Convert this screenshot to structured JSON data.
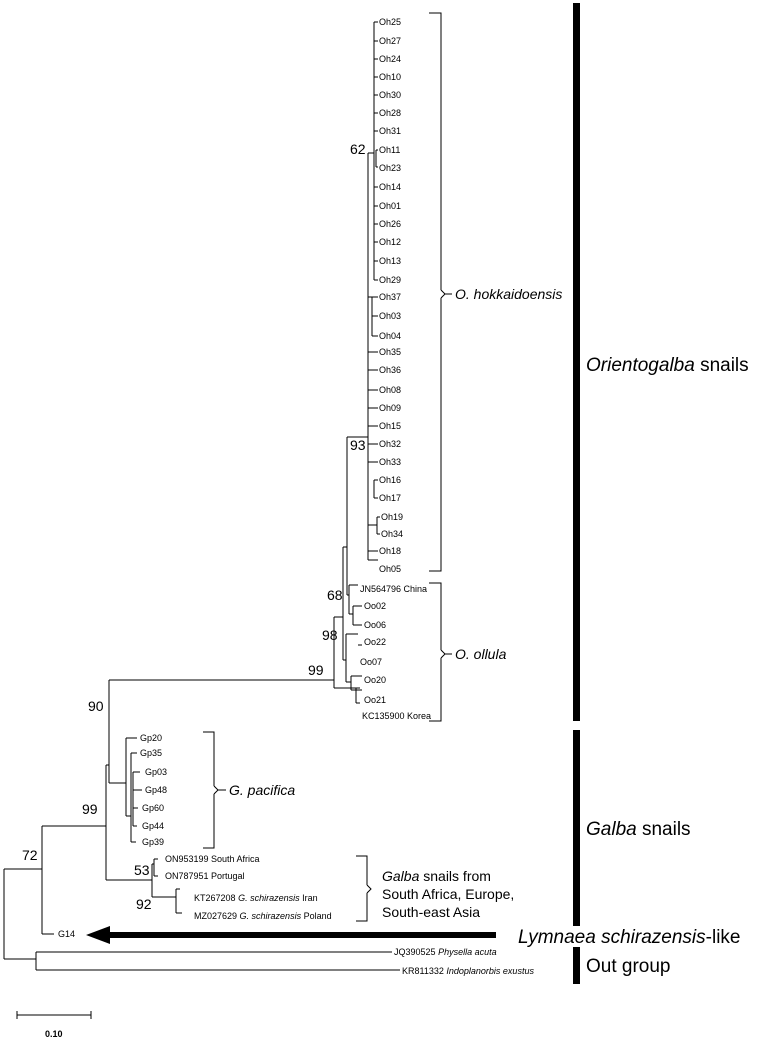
{
  "tree": {
    "oh_tips": [
      "Oh25",
      "Oh27",
      "Oh24",
      "Oh10",
      "Oh30",
      "Oh28",
      "Oh31",
      "Oh11",
      "Oh23",
      "Oh14",
      "Oh01",
      "Oh26",
      "Oh12",
      "Oh13",
      "Oh29",
      "Oh37",
      "Oh03",
      "Oh04",
      "Oh35",
      "Oh36",
      "Oh08",
      "Oh09",
      "Oh15",
      "Oh32",
      "Oh33",
      "Oh16",
      "Oh17",
      "Oh19",
      "Oh34",
      "Oh18",
      "Oh05"
    ],
    "oo_tips": [
      "JN564796 China",
      "Oo02",
      "Oo06",
      "Oo22",
      "Oo07",
      "Oo20",
      "Oo21",
      "KC135900 Korea"
    ],
    "gp_tips": [
      "Gp20",
      "Gp35",
      "Gp03",
      "Gp48",
      "Gp60",
      "Gp44",
      "Gp39"
    ],
    "galba_other": {
      "sa": "ON953199 South Africa",
      "pt": "ON787951 Portugal",
      "kt_id": "KT267208",
      "kt_sp": "G. schirazensis",
      "kt_loc": "Iran",
      "mz_id": "MZ027629",
      "mz_sp": "G. schirazensis",
      "mz_loc": "Poland"
    },
    "g14": "G14",
    "out1_id": "JQ390525",
    "out1_sp": "Physella acuta",
    "out2_id": "KR811332",
    "out2_sp": "Indoplanorbis exustus"
  },
  "bootstrap": {
    "b62": "62",
    "b93": "93",
    "b68": "68",
    "b98": "98",
    "b99a": "99",
    "b90": "90",
    "b99b": "99",
    "b72": "72",
    "b53": "53",
    "b92": "92"
  },
  "clades": {
    "oh": "O. hokkaidoensis",
    "oo": "O. ollula",
    "gp": "G. pacifica",
    "galba_line1_it": "Galba",
    "galba_line1_rest": " snails from",
    "galba_line2": "South Africa, Europe,",
    "galba_line3": "South-east Asia"
  },
  "groups": {
    "orientogalba_it": "Orientogalba",
    "orientogalba_rest": " snails",
    "galba_it": "Galba",
    "galba_rest": " snails",
    "lymnaea": "Lymnaea schirazensis",
    "lymnaea_rest": "-like",
    "outgroup": "Out group"
  },
  "scale_bar": {
    "label": "0.10"
  },
  "colors": {
    "line": "#000000",
    "background": "#ffffff"
  }
}
